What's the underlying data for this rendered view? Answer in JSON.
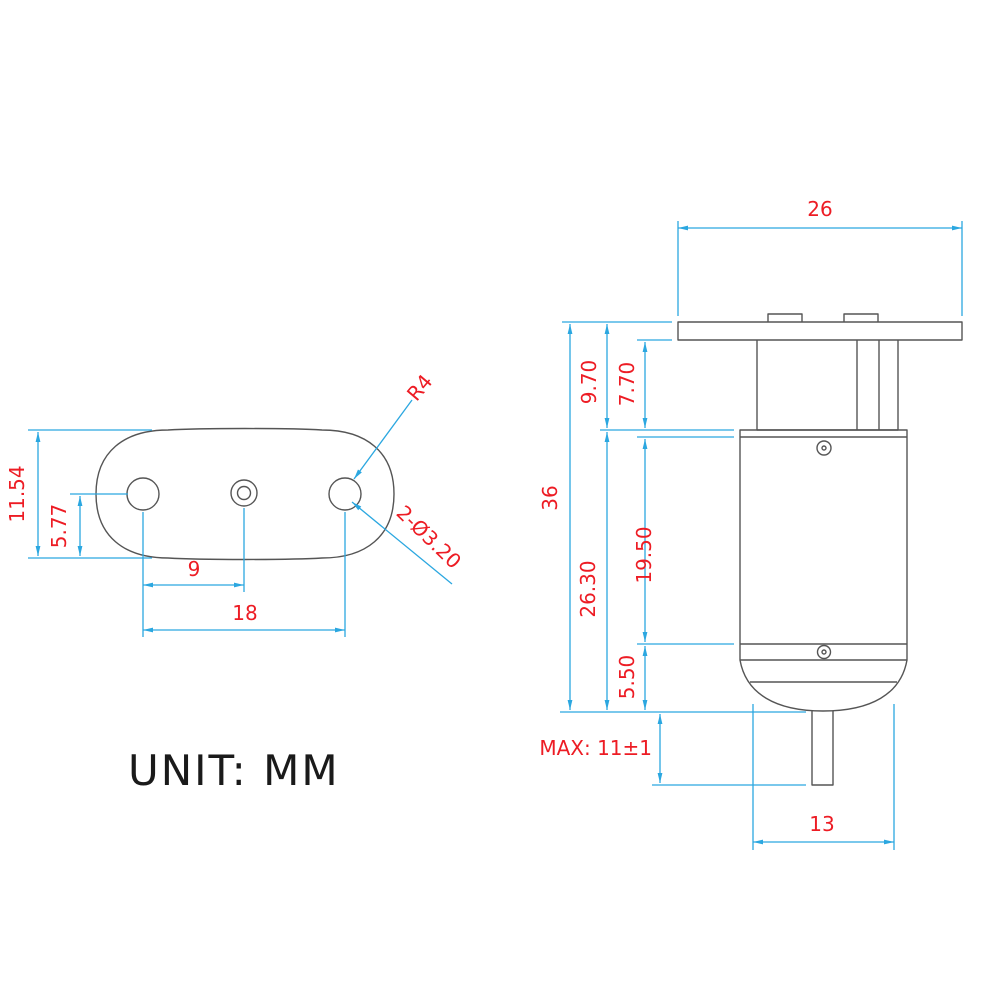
{
  "drawing": {
    "unit_label": "UNIT: MM",
    "colors": {
      "dimension_line": "#2ba7e0",
      "dimension_text": "#ed1c24",
      "outline": "#555555",
      "background": "#ffffff"
    },
    "top_view": {
      "dimensions": {
        "overall_height": "11.54",
        "hole_center_to_edge": "5.77",
        "center_to_hole": "9",
        "hole_spacing": "18",
        "edge_radius": "R4",
        "hole_spec": "2-Ø3.20"
      }
    },
    "side_view": {
      "dimensions": {
        "flange_width": "26",
        "overall_height": "36",
        "flange_plus_gearbox": "9.70",
        "gearbox_height": "7.70",
        "body_height": "26.30",
        "body_mid_height": "19.50",
        "cap_height": "5.50",
        "shaft_length_max": "MAX: 11±1",
        "body_width": "13"
      }
    }
  }
}
